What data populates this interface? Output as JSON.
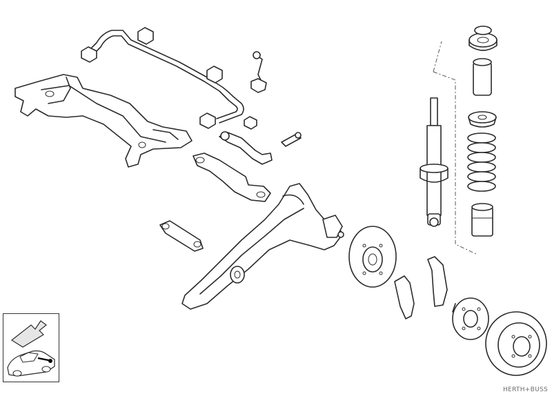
{
  "diagram": {
    "brand_label": "HERTH+BUSS",
    "parts": [
      "stabilizer-bar",
      "stabilizer-bushings",
      "rear-subframe",
      "stabilizer-link",
      "upper-control-arm",
      "lower-control-arm",
      "lateral-link",
      "trailing-arm-knuckle",
      "shock-absorber",
      "strut-mount",
      "dust-boot",
      "spring-seat",
      "coil-spring",
      "bump-stop",
      "brake-backing-plate",
      "brake-shoes",
      "wheel-hub",
      "brake-drum",
      "ball-joint"
    ],
    "inset": {
      "icon": "car-rear-suspension-locator-icon",
      "arrow": "front-direction-arrow-icon"
    },
    "colors": {
      "line": "#2a2a2a",
      "background": "#ffffff",
      "brand_text": "#6b6b6b"
    }
  }
}
